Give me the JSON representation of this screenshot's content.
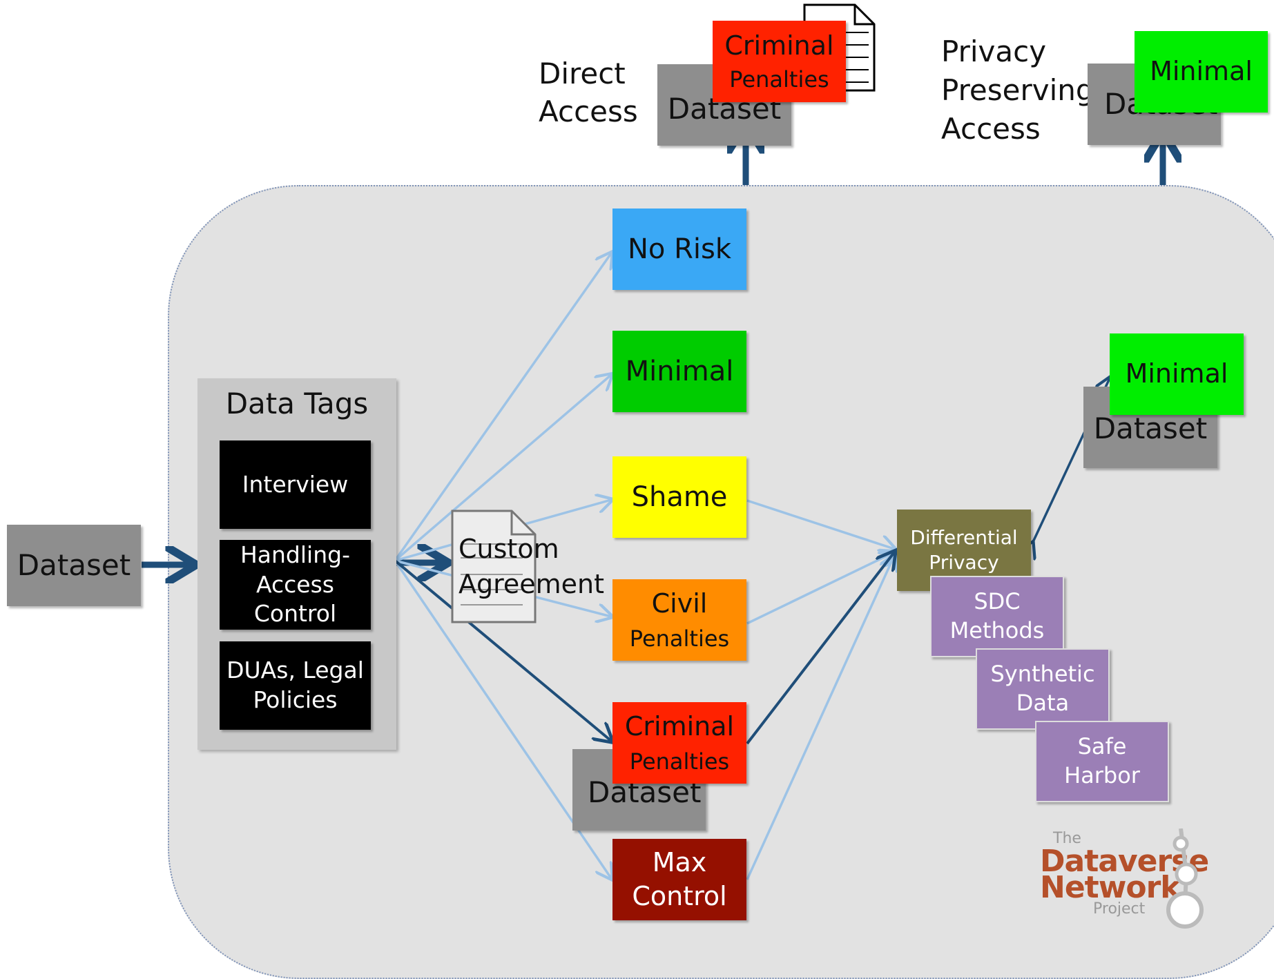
{
  "top": {
    "direct_access": "Direct\nAccess",
    "direct_dataset": "Dataset",
    "direct_tag_l1": "Criminal",
    "direct_tag_l2": "Penalties",
    "privacy_access": "Privacy\nPreserving\nAccess",
    "privacy_dataset": "Dataset",
    "privacy_tag": "Minimal"
  },
  "left": {
    "dataset": "Dataset"
  },
  "data_tags": {
    "title": "Data Tags",
    "items": [
      "Interview",
      "Handling-\nAccess\nControl",
      "DUAs, Legal\nPolicies"
    ]
  },
  "custom_agreement": "Custom\nAgreement",
  "levels": {
    "no_risk": "No Risk",
    "minimal": "Minimal",
    "shame": "Shame",
    "civil_l1": "Civil",
    "civil_l2": "Penalties",
    "criminal_l1": "Criminal",
    "criminal_l2": "Penalties",
    "criminal_dataset": "Dataset",
    "max_control": "Max\nControl"
  },
  "methods": {
    "differential_privacy": "Differential\nPrivacy",
    "sdc": "SDC\nMethods",
    "synthetic": "Synthetic\nData",
    "safe_harbor": "Safe\nHarbor"
  },
  "right_output": {
    "dataset": "Dataset",
    "minimal": "Minimal"
  },
  "logo": {
    "the": "The",
    "line1": "Dataverse",
    "line2": "Network",
    "project": "Project"
  },
  "colors": {
    "no_risk": "#3aa8f5",
    "minimal": "#00cc00",
    "minimal_bright": "#00ee00",
    "shame": "#ffff00",
    "civil": "#ff8c00",
    "criminal": "#ff2200",
    "max_control": "#951000",
    "differential_privacy": "#7a7642",
    "methods_purple": "#9b7fb6",
    "arrow_dark": "#1f4e79",
    "arrow_light": "#9dc3e6"
  }
}
